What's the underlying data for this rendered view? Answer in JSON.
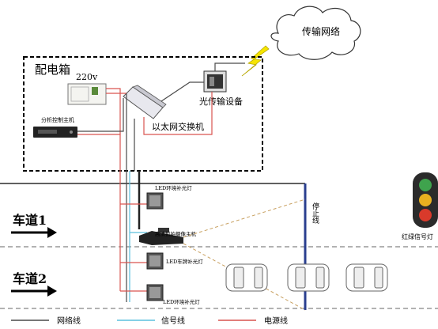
{
  "labels": {
    "cloud": "传输网络",
    "cabinet": "配电箱",
    "voltage": "220v",
    "optical": "光传输设备",
    "analysis": "分析控制主机",
    "switch": "以太网交换机",
    "fill_light_top": "LED环境补光灯",
    "camera": "高清抓拍摄像主机",
    "plate_light": "LED车牌补光灯",
    "fill_light_bottom": "LED环境补光灯",
    "stop_line": "停止线",
    "traffic_light": "红绿信号灯",
    "lane1": "车道1",
    "lane2": "车道2"
  },
  "legend": {
    "items": [
      {
        "label": "网络线",
        "color": "#4a4a4a"
      },
      {
        "label": "信号线",
        "color": "#5bc0de"
      },
      {
        "label": "电源线",
        "color": "#d9534f"
      }
    ]
  },
  "colors": {
    "network": "#4a4a4a",
    "signal": "#5bc0de",
    "power": "#d9534f",
    "stop_line": "#2a3f8f",
    "dash_beam": "#c8a060"
  }
}
